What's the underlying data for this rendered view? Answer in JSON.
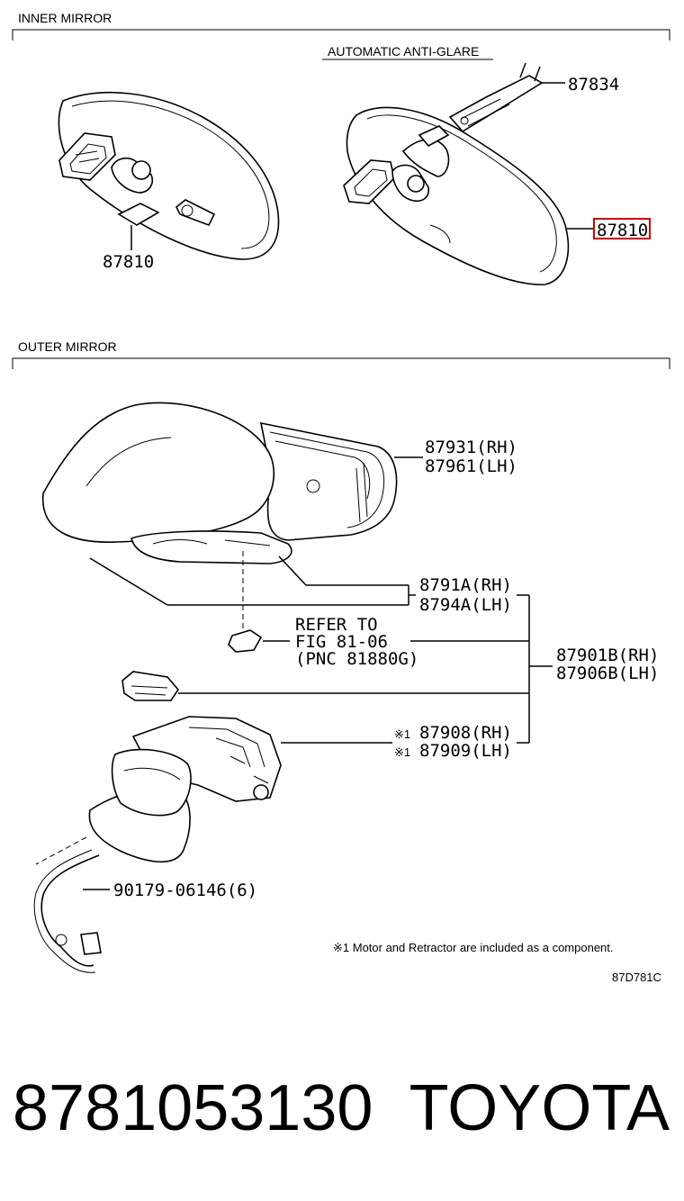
{
  "sections": {
    "inner": "INNER MIRROR",
    "outer": "OUTER MIRROR"
  },
  "subtitle": "AUTOMATIC ANTI-GLARE",
  "labels": {
    "p87834": "87834",
    "p87810_right": "87810",
    "p87810_left": "87810",
    "p87931": "87931(RH)",
    "p87961": "87961(LH)",
    "p8791A": "8791A(RH)",
    "p8794A": "8794A(LH)",
    "refer1": "REFER TO",
    "refer2": "FIG 81-06",
    "refer3": "(PNC 81880G)",
    "p87901B": "87901B(RH)",
    "p87906B": "87906B(LH)",
    "p87908": "87908(RH)",
    "p87909": "87909(LH)",
    "p90179": "90179-06146(6)",
    "mark1": "※1",
    "mark2": "※1"
  },
  "note": "※1 Motor and Retractor are included as a component.",
  "diagram_code": "87D781C",
  "footer": {
    "part_number": "8781053130",
    "brand": "TOYOTA"
  },
  "highlight_color": "#cc0000"
}
